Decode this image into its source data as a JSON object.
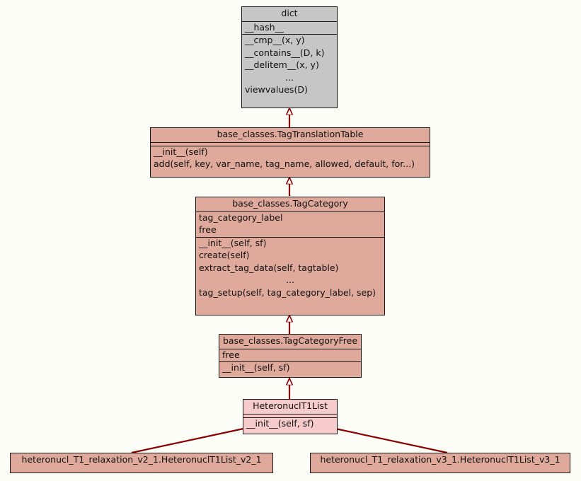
{
  "diagram": {
    "kind": "uml-class-inheritance-diagram",
    "background_color": "#fdfdf7",
    "edge_color": "#8b0000",
    "border_color": "#191716",
    "nodes": [
      {
        "id": "dict",
        "fill": "#c6c6c6",
        "title": "dict",
        "attributes": [
          "__hash__"
        ],
        "methods": [
          "__cmp__(x, y)",
          "__contains__(D, k)",
          "__delitem__(x, y)",
          "...",
          "viewvalues(D)"
        ]
      },
      {
        "id": "tag-translation-table",
        "fill": "#dfa99b",
        "title": "base_classes.TagTranslationTable",
        "attributes": [],
        "methods": [
          "__init__(self)",
          "add(self, key, var_name, tag_name, allowed, default, for...)"
        ]
      },
      {
        "id": "tag-category",
        "fill": "#dfa99b",
        "title": "base_classes.TagCategory",
        "attributes": [
          "tag_category_label",
          "free"
        ],
        "methods": [
          "__init__(self, sf)",
          "create(self)",
          "extract_tag_data(self, tagtable)",
          "...",
          "tag_setup(self, tag_category_label, sep)"
        ]
      },
      {
        "id": "tag-category-free",
        "fill": "#dfa99b",
        "title": "base_classes.TagCategoryFree",
        "attributes": [
          "free"
        ],
        "methods": [
          "__init__(self, sf)"
        ]
      },
      {
        "id": "heteronucl-t1-list",
        "fill": "#f7cbcb",
        "title": "HeteronuclT1List",
        "attributes": [],
        "methods": [
          "__init__(self, sf)"
        ]
      },
      {
        "id": "heteronucl-t1-list-v2-1",
        "fill": "#dfa99b",
        "title": "heteronucl_T1_relaxation_v2_1.HeteronuclT1List_v2_1",
        "attributes": [],
        "methods": []
      },
      {
        "id": "heteronucl-t1-list-v3-1",
        "fill": "#dfa99b",
        "title": "heteronucl_T1_relaxation_v3_1.HeteronuclT1List_v3_1",
        "attributes": [],
        "methods": []
      }
    ],
    "edges": [
      {
        "from": "tag-translation-table",
        "to": "dict",
        "kind": "inheritance"
      },
      {
        "from": "tag-category",
        "to": "tag-translation-table",
        "kind": "inheritance"
      },
      {
        "from": "tag-category-free",
        "to": "tag-category",
        "kind": "inheritance"
      },
      {
        "from": "heteronucl-t1-list",
        "to": "tag-category-free",
        "kind": "inheritance"
      },
      {
        "from": "heteronucl-t1-list-v2-1",
        "to": "heteronucl-t1-list",
        "kind": "inheritance"
      },
      {
        "from": "heteronucl-t1-list-v3-1",
        "to": "heteronucl-t1-list",
        "kind": "inheritance"
      }
    ]
  }
}
